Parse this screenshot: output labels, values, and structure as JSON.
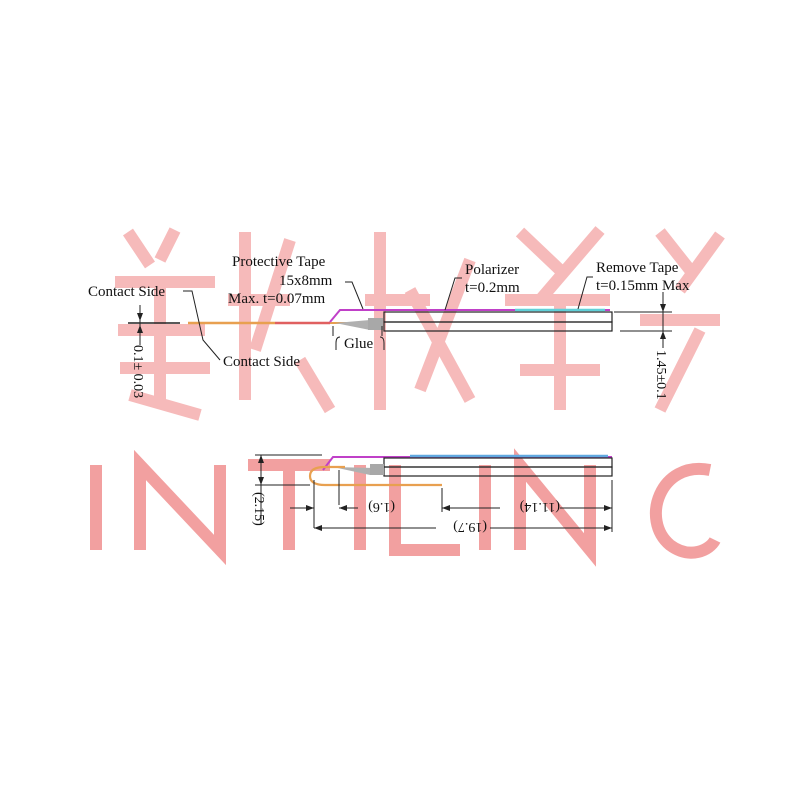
{
  "diagram": {
    "type": "cross-section technical drawing",
    "colors": {
      "background": "#ffffff",
      "line": "#222222",
      "protective_tape": "#c040c8",
      "fpc_contact": "#e8a050",
      "fpc_contact_red": "#e06060",
      "remove_tape_top": "#60d0d8",
      "remove_tape_bottom": "#60a8e0",
      "glue": "#a0a0a0",
      "watermark": "#f3a3a3"
    },
    "top_view": {
      "labels": {
        "contact_side_top": "Contact Side",
        "contact_side_bottom": "Contact Side",
        "protective_tape_title": "Protective Tape",
        "protective_tape_size": "15x8mm",
        "protective_tape_thickness": "Max. t=0.07mm",
        "polarizer_title": "Polarizer",
        "polarizer_thickness": "t=0.2mm",
        "remove_tape_title": "Remove Tape",
        "remove_tape_thickness": "t=0.15mm Max",
        "glue": "Glue"
      },
      "dimensions": {
        "fpc_thickness": "0.1± 0.03",
        "panel_thickness": "1.45±0.1"
      }
    },
    "folded_view": {
      "dimensions": {
        "total_height": "(2.15)",
        "bend_offset": "(1.6)",
        "overlap_length": "(11.14)",
        "total_length": "(19.7)"
      }
    },
    "watermark": {
      "top_row": "Chinese characters (faint)",
      "bottom_row": "INTILINO (faint, partial)"
    }
  }
}
